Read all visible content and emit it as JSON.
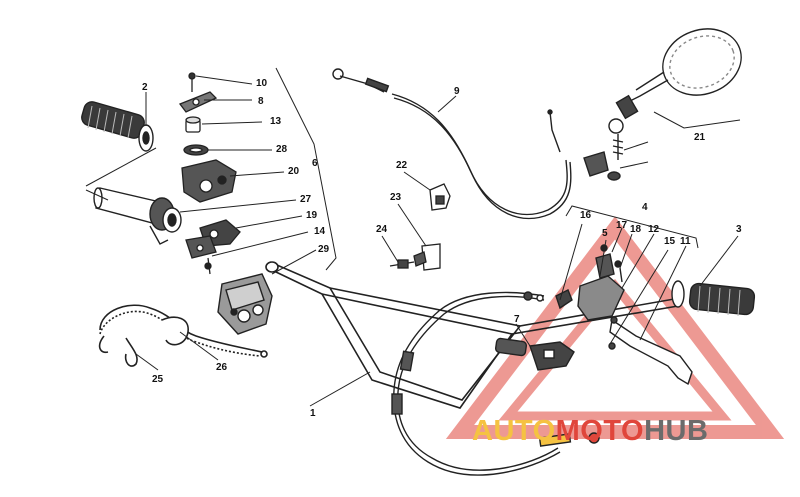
{
  "diagram": {
    "callouts": [
      "1",
      "2",
      "3",
      "4",
      "5",
      "6",
      "7",
      "8",
      "9",
      "10",
      "11",
      "12",
      "13",
      "14",
      "15",
      "16",
      "17",
      "18",
      "19",
      "20",
      "21",
      "22",
      "23",
      "24",
      "25",
      "26",
      "27",
      "28",
      "29"
    ]
  },
  "watermark": {
    "part1": "AUTO",
    "part2": "MOTO",
    "part3": "HUB",
    "colors": {
      "auto": "#f5c242",
      "moto": "#e0463b",
      "hub": "#6b6b6b"
    }
  }
}
